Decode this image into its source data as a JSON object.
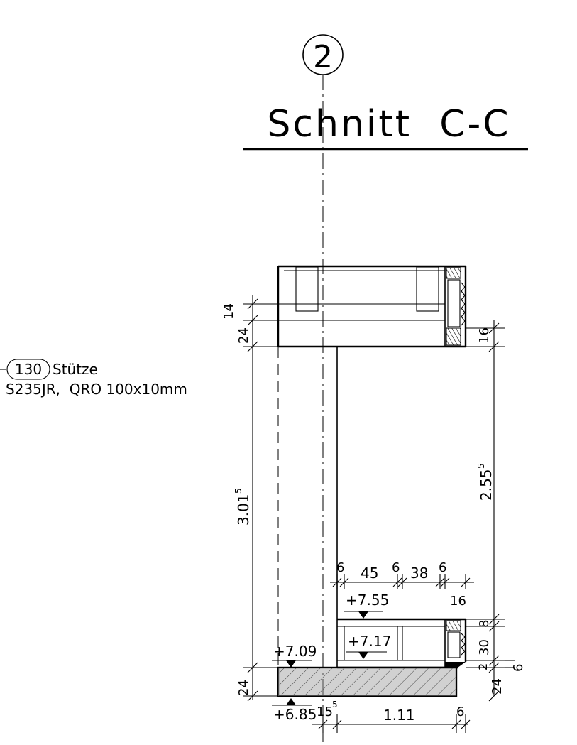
{
  "section": {
    "axis_number": "2",
    "title": "Schnitt  C-C"
  },
  "callout": {
    "number": "130",
    "label": "Stütze",
    "material": "S235JR,  QRO 100x10mm"
  },
  "levels": {
    "upper_landing": "+7.55",
    "upper_step": "+7.17",
    "slab_top": "+7.09",
    "slab_bottom": "+6.85"
  },
  "dimensions": {
    "left_top_14": "14",
    "left_top_24": "24",
    "left_height": "3.01",
    "left_height_sup": "5",
    "left_bottom_24": "24",
    "right_top_16": "16",
    "right_height": "2.55",
    "right_height_sup": "5",
    "chain_6a": "6",
    "chain_45": "45",
    "chain_6b": "6",
    "chain_38": "38",
    "chain_6c": "6",
    "chain_16": "16",
    "right_8": "8",
    "right_30": "30",
    "right_2": "2",
    "right_24": "24",
    "right_6": "6",
    "bottom_15": "15",
    "bottom_15_sup": "5",
    "bottom_111": "1.11",
    "bottom_6": "6"
  }
}
